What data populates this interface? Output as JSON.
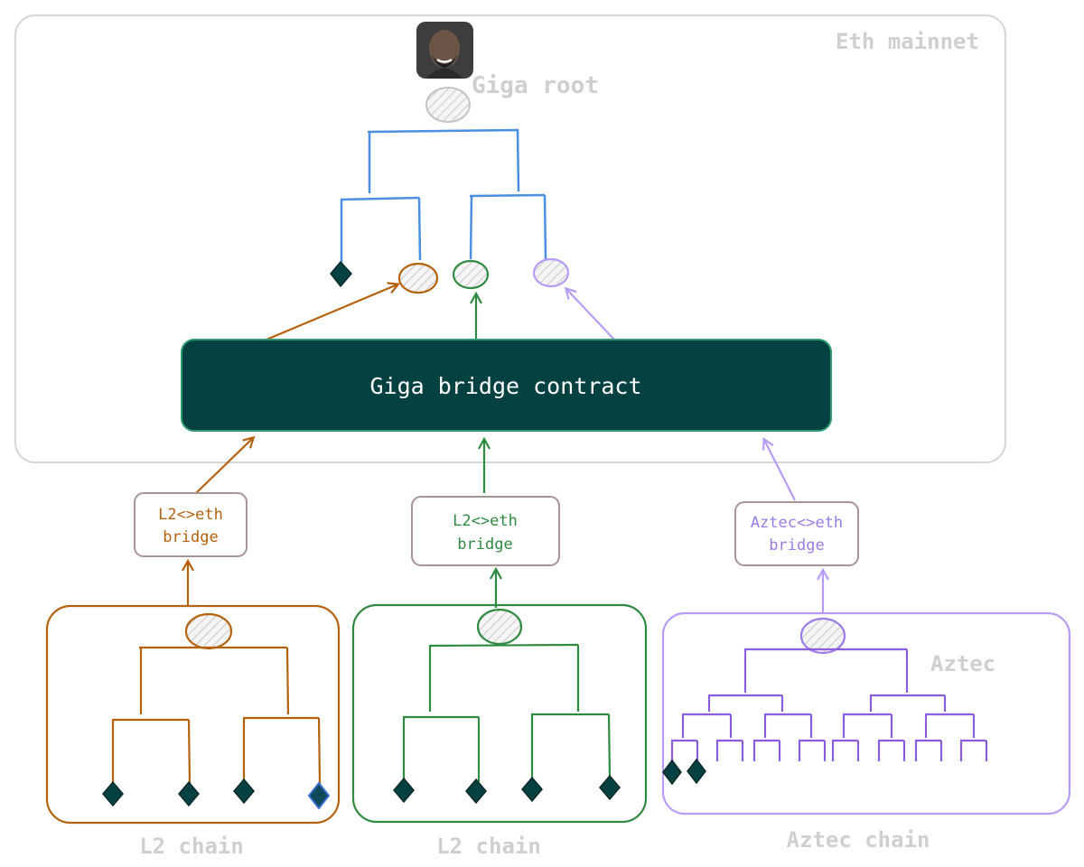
{
  "colors": {
    "blue": "#4a90e2",
    "orange": "#b4620e",
    "green": "#2f8a42",
    "purple": "#9a7ce6",
    "purple_light": "#b79cf5",
    "dark_teal": "#064141",
    "box_border": "#a89494",
    "label_gray": "#cfcfcf"
  },
  "labels": {
    "mainnet": "Eth mainnet",
    "giga_root": "Giga root",
    "bridge_contract": "Giga bridge contract",
    "aztec": "Aztec"
  },
  "bridges": [
    {
      "line1": "L2<>eth",
      "line2": "bridge"
    },
    {
      "line1": "L2<>eth",
      "line2": "bridge"
    },
    {
      "line1": "Aztec<>eth",
      "line2": "bridge"
    }
  ],
  "chains": [
    {
      "label": "L2 chain"
    },
    {
      "label": "L2 chain"
    },
    {
      "label": "Aztec chain"
    }
  ],
  "icons": {
    "avatar": "avatar-photo",
    "root_node": "hatched-ellipse",
    "leaf": "diamond"
  }
}
